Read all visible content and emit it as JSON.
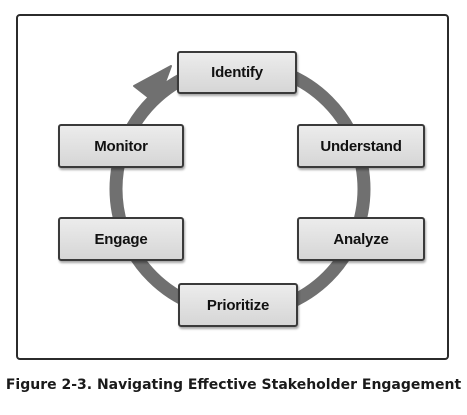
{
  "diagram": {
    "stages": [
      {
        "label": "Identify"
      },
      {
        "label": "Understand"
      },
      {
        "label": "Analyze"
      },
      {
        "label": "Prioritize"
      },
      {
        "label": "Engage"
      },
      {
        "label": "Monitor"
      }
    ],
    "colors": {
      "ring": "#707070",
      "box_border": "#3a3a3a",
      "box_fill": "#dcdcdc",
      "frame": "#2b2b2b"
    },
    "caption": "Figure 2-3. Navigating Effective Stakeholder Engagement"
  }
}
